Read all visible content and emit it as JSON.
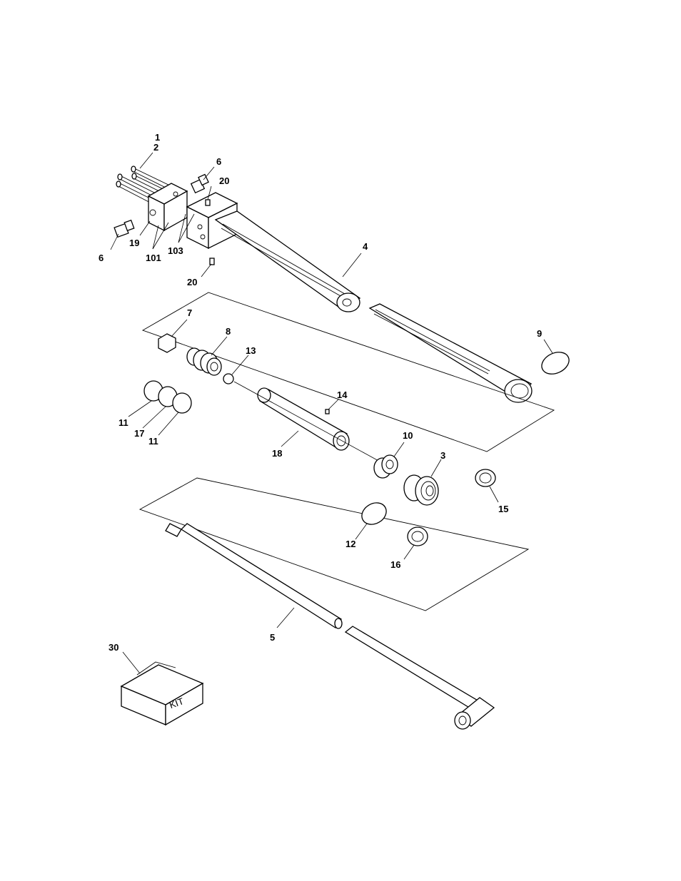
{
  "diagram": {
    "callouts": [
      {
        "id": "c1",
        "text": "1"
      },
      {
        "id": "c2",
        "text": "2"
      },
      {
        "id": "c6a",
        "text": "6"
      },
      {
        "id": "c20a",
        "text": "20"
      },
      {
        "id": "c6b",
        "text": "6"
      },
      {
        "id": "c19",
        "text": "19"
      },
      {
        "id": "c101",
        "text": "101"
      },
      {
        "id": "c103",
        "text": "103"
      },
      {
        "id": "c20b",
        "text": "20"
      },
      {
        "id": "c4",
        "text": "4"
      },
      {
        "id": "c7",
        "text": "7"
      },
      {
        "id": "c8",
        "text": "8"
      },
      {
        "id": "c13",
        "text": "13"
      },
      {
        "id": "c9",
        "text": "9"
      },
      {
        "id": "c11a",
        "text": "11"
      },
      {
        "id": "c17",
        "text": "17"
      },
      {
        "id": "c11b",
        "text": "11"
      },
      {
        "id": "c14",
        "text": "14"
      },
      {
        "id": "c18",
        "text": "18"
      },
      {
        "id": "c10",
        "text": "10"
      },
      {
        "id": "c3",
        "text": "3"
      },
      {
        "id": "c15",
        "text": "15"
      },
      {
        "id": "c12",
        "text": "12"
      },
      {
        "id": "c16",
        "text": "16"
      },
      {
        "id": "c5",
        "text": "5"
      },
      {
        "id": "c30",
        "text": "30"
      }
    ],
    "kit_label": "KIT"
  }
}
